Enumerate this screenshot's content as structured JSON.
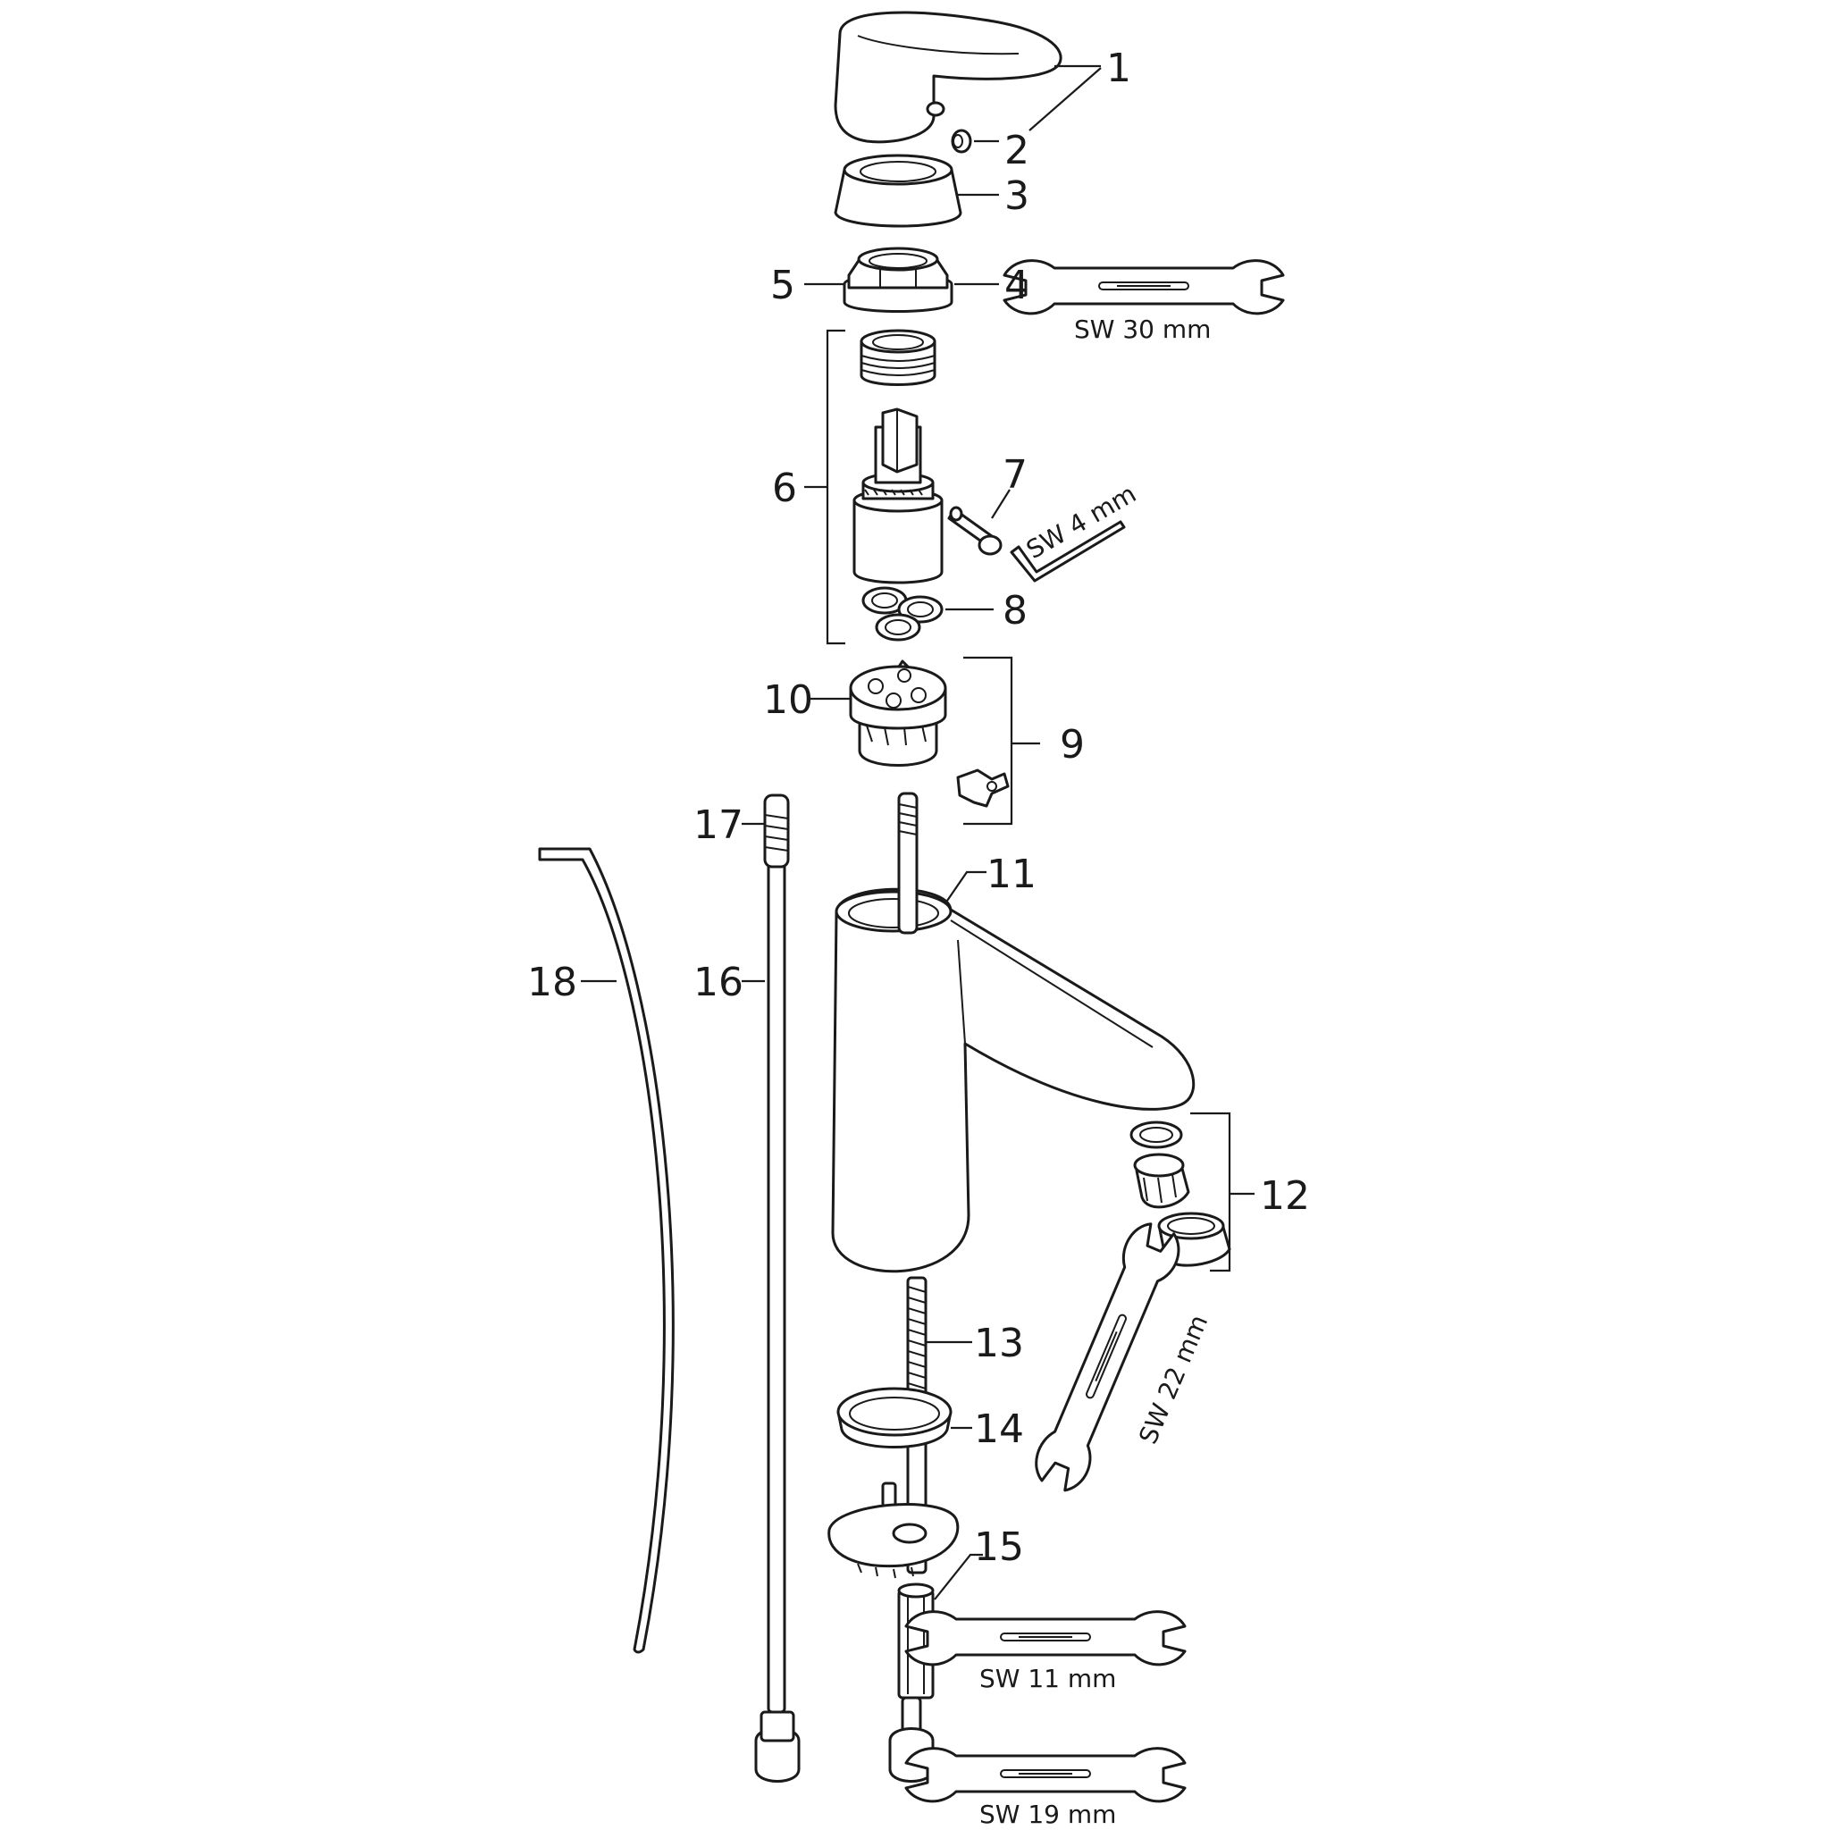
{
  "part_labels": {
    "p1": "1",
    "p2": "2",
    "p3": "3",
    "p4": "4",
    "p5": "5",
    "p6": "6",
    "p7": "7",
    "p8": "8",
    "p9": "9",
    "p10": "10",
    "p11": "11",
    "p12": "12",
    "p13": "13",
    "p14": "14",
    "p15": "15",
    "p16": "16",
    "p17": "17",
    "p18": "18"
  },
  "tool_labels": {
    "sw30": "SW 30 mm",
    "sw4": "SW 4 mm",
    "sw22": "SW 22 mm",
    "sw11": "SW 11 mm",
    "sw19": "SW 19 mm"
  },
  "icons": {
    "wrench": "open-end-wrench-icon",
    "hex_key": "hex-key-icon"
  }
}
